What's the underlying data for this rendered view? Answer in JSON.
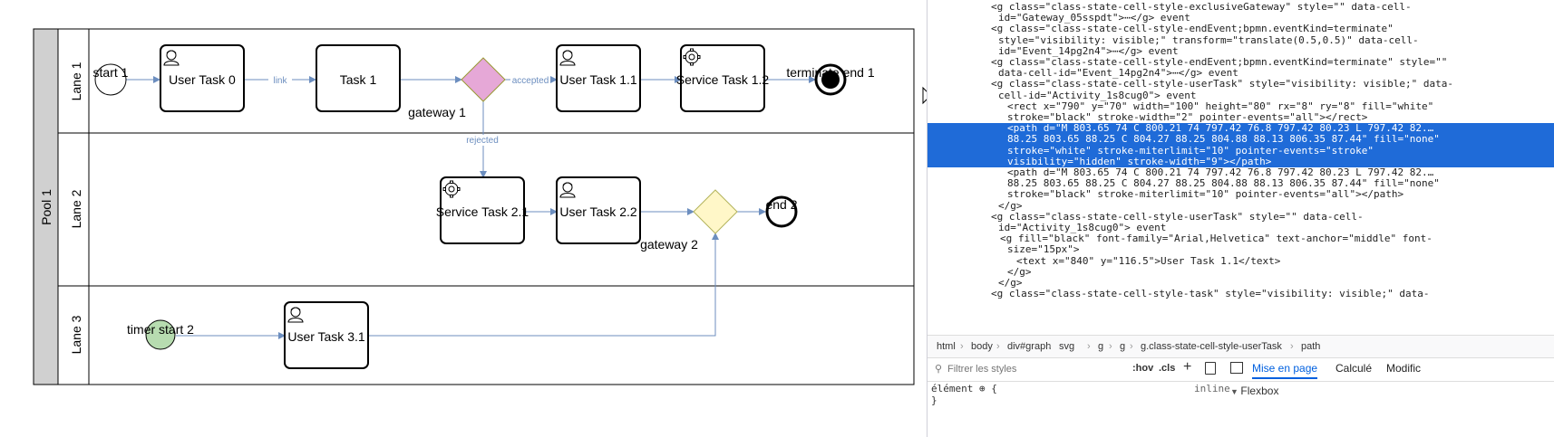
{
  "diagram": {
    "pool": "Pool 1",
    "lanes": [
      "Lane 1",
      "Lane 2",
      "Lane 3"
    ],
    "nodes": {
      "start1": "start 1",
      "userTask0": "User Task 0",
      "task1": "Task 1",
      "gateway1": "gateway 1",
      "userTask11": "User Task 1.1",
      "serviceTask12": "Service Task 1.2",
      "terminateEnd1": "terminate end 1",
      "serviceTask21": "Service Task 2.1",
      "userTask22": "User Task 2.2",
      "gateway2": "gateway 2",
      "end2": "end 2",
      "timerStart2": "timer start 2",
      "userTask31": "User Task 3.1"
    },
    "edges": {
      "link": "link",
      "accepted": "accepted",
      "rejected": "rejected"
    },
    "colors": {
      "gateway1_fill": "#e6a8d7",
      "gateway2_fill": "#fff3b0",
      "timer_fill": "#b7dcb0",
      "edge": "#6c8ebf",
      "lane_header": "#d0d0d0"
    }
  },
  "devtools": {
    "lines": [
      {
        "text": "<g class=\"class-state-cell-style-exclusiveGateway\" style=\"\" data-cell-",
        "selected": false,
        "indent": 70
      },
      {
        "text": "id=\"Gateway_05sspdt\">⋯</g> event",
        "selected": false,
        "indent": 78
      },
      {
        "text": "<g class=\"class-state-cell-style-endEvent;bpmn.eventKind=terminate\"",
        "selected": false,
        "indent": 70
      },
      {
        "text": "style=\"visibility: visible;\" transform=\"translate(0.5,0.5)\" data-cell-",
        "selected": false,
        "indent": 78
      },
      {
        "text": "id=\"Event_14pg2n4\">⋯</g> event",
        "selected": false,
        "indent": 78
      },
      {
        "text": "<g class=\"class-state-cell-style-endEvent;bpmn.eventKind=terminate\" style=\"\"",
        "selected": false,
        "indent": 70
      },
      {
        "text": "data-cell-id=\"Event_14pg2n4\">⋯</g> event",
        "selected": false,
        "indent": 78
      },
      {
        "text": "<g class=\"class-state-cell-style-userTask\" style=\"visibility: visible;\" data-",
        "selected": false,
        "indent": 70
      },
      {
        "text": "cell-id=\"Activity_1s8cug0\"> event",
        "selected": false,
        "indent": 78
      },
      {
        "text": "<rect x=\"790\" y=\"70\" width=\"100\" height=\"80\" rx=\"8\" ry=\"8\" fill=\"white\"",
        "selected": false,
        "indent": 88
      },
      {
        "text": "stroke=\"black\" stroke-width=\"2\" pointer-events=\"all\"></rect>",
        "selected": false,
        "indent": 88
      },
      {
        "text": "<path d=\"M 803.65 74 C 800.21 74 797.42 76.8 797.42 80.23 L 797.42 82.…",
        "selected": true,
        "indent": 88
      },
      {
        "text": "88.25 803.65 88.25 C 804.27 88.25 804.88 88.13 806.35 87.44\" fill=\"none\"",
        "selected": true,
        "indent": 88
      },
      {
        "text": "stroke=\"white\" stroke-miterlimit=\"10\" pointer-events=\"stroke\"",
        "selected": true,
        "indent": 88
      },
      {
        "text": "visibility=\"hidden\" stroke-width=\"9\"></path>",
        "selected": true,
        "indent": 88
      },
      {
        "text": "<path d=\"M 803.65 74 C 800.21 74 797.42 76.8 797.42 80.23 L 797.42 82.…",
        "selected": false,
        "indent": 88
      },
      {
        "text": "88.25 803.65 88.25 C 804.27 88.25 804.88 88.13 806.35 87.44\" fill=\"none\"",
        "selected": false,
        "indent": 88
      },
      {
        "text": "stroke=\"black\" stroke-miterlimit=\"10\" pointer-events=\"all\"></path>",
        "selected": false,
        "indent": 88
      },
      {
        "text": "</g>",
        "selected": false,
        "indent": 78
      },
      {
        "text": "<g class=\"class-state-cell-style-userTask\" style=\"\" data-cell-",
        "selected": false,
        "indent": 70
      },
      {
        "text": "id=\"Activity_1s8cug0\"> event",
        "selected": false,
        "indent": 78
      },
      {
        "text": "<g fill=\"black\" font-family=\"Arial,Helvetica\" text-anchor=\"middle\" font-",
        "selected": false,
        "indent": 80
      },
      {
        "text": "size=\"15px\">",
        "selected": false,
        "indent": 88
      },
      {
        "text": "<text x=\"840\" y=\"116.5\">User Task 1.1</text>",
        "selected": false,
        "indent": 98
      },
      {
        "text": "</g>",
        "selected": false,
        "indent": 88
      },
      {
        "text": "</g>",
        "selected": false,
        "indent": 78
      },
      {
        "text": "<g class=\"class-state-cell-style-task\" style=\"visibility: visible;\" data-",
        "selected": false,
        "indent": 70
      }
    ],
    "breadcrumb": [
      "html",
      "body",
      "div#graph",
      "svg",
      "g",
      "g",
      "g.class-state-cell-style-userTask",
      "path"
    ],
    "filter_placeholder": "Filtrer les styles",
    "hov": ":hov",
    "cls": ".cls",
    "tabs": [
      "Mise en page",
      "Calculé",
      "Modific"
    ],
    "element_rule": "élément",
    "inline": "inline",
    "flexbox": "Flexbox"
  }
}
